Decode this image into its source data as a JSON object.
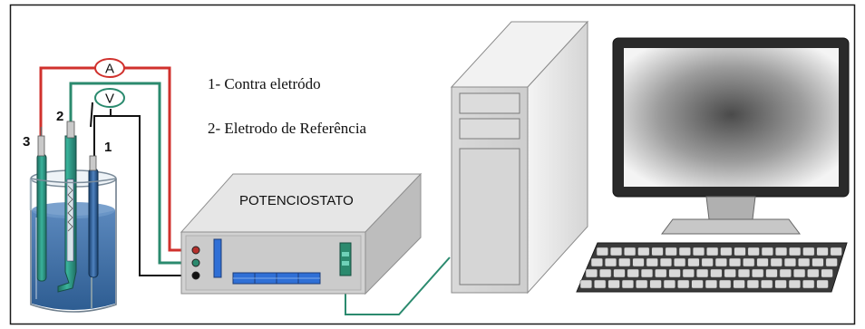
{
  "legend": {
    "item1": "1- Contra eletródo",
    "item2": "2- Eletrodo de Referência"
  },
  "cell": {
    "electrode_labels": [
      "1",
      "2",
      "3"
    ]
  },
  "meters": {
    "ammeter": "A",
    "voltmeter": "V"
  },
  "instrument": {
    "label": "POTENCIOSTATO"
  },
  "colors": {
    "counter_wire": "#d0312d",
    "reference_wire": "#2b8a6e",
    "working_wire": "#111111",
    "case_light": "#e9e9e9",
    "case_mid": "#cfcfcf",
    "case_dark": "#9a9a9a",
    "panel_blue": "#2f6fd6",
    "electrolyte": "#3f6fa6"
  }
}
